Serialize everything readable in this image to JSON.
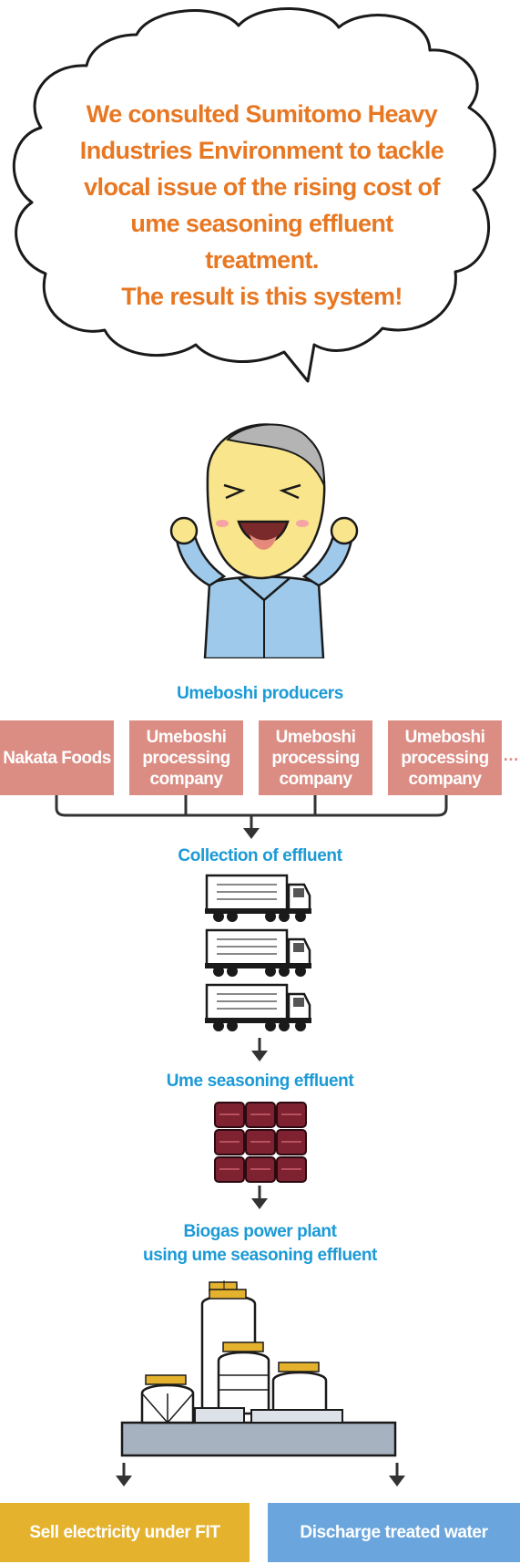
{
  "speech_bubble": {
    "lines": [
      "We consulted Sumitomo Heavy",
      "Industries Environment to tackle",
      "vlocal issue of the rising cost of",
      "ume seasoning effluent",
      "treatment.",
      "The result is this system!"
    ]
  },
  "producers": {
    "title": "Umeboshi producers",
    "items": [
      {
        "label": "Nakata Foods"
      },
      {
        "label": "Umeboshi processing company"
      },
      {
        "label": "Umeboshi processing company"
      },
      {
        "label": "Umeboshi processing company"
      }
    ],
    "more": "…"
  },
  "collection": {
    "title": "Collection of effluent"
  },
  "effluent": {
    "title": "Ume seasoning effluent"
  },
  "plant": {
    "title_line1": "Biogas power plant",
    "title_line2": "using ume seasoning effluent"
  },
  "outputs": {
    "left": {
      "label": "Sell electricity under FIT",
      "color": "#e5b22e"
    },
    "right": {
      "label": "Discharge treated water",
      "color": "#6aa6dd"
    }
  },
  "colors": {
    "accent_orange": "#e87722",
    "label_blue": "#1b9ad6",
    "producer_pink": "#db8d84",
    "container_maroon": "#7e2130"
  }
}
